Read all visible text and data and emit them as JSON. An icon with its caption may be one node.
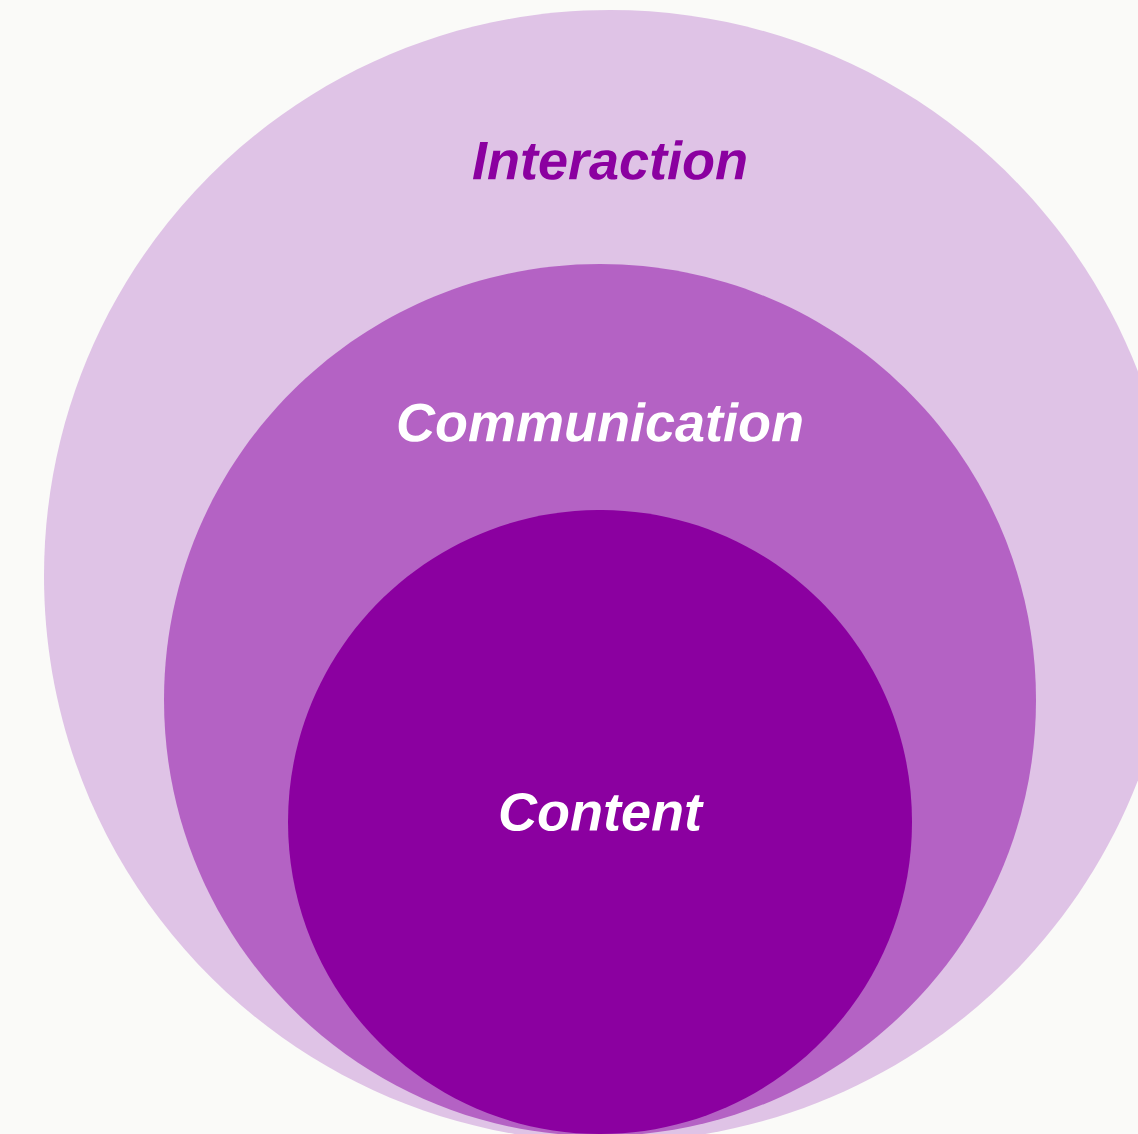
{
  "diagram": {
    "nodes": [
      {
        "text": [
          "Interaction"
        ]
      },
      {
        "text": [
          "Communication"
        ],
        "in": 0
      },
      {
        "text": [
          "Content"
        ],
        "in": 1
      }
    ]
  }
}
